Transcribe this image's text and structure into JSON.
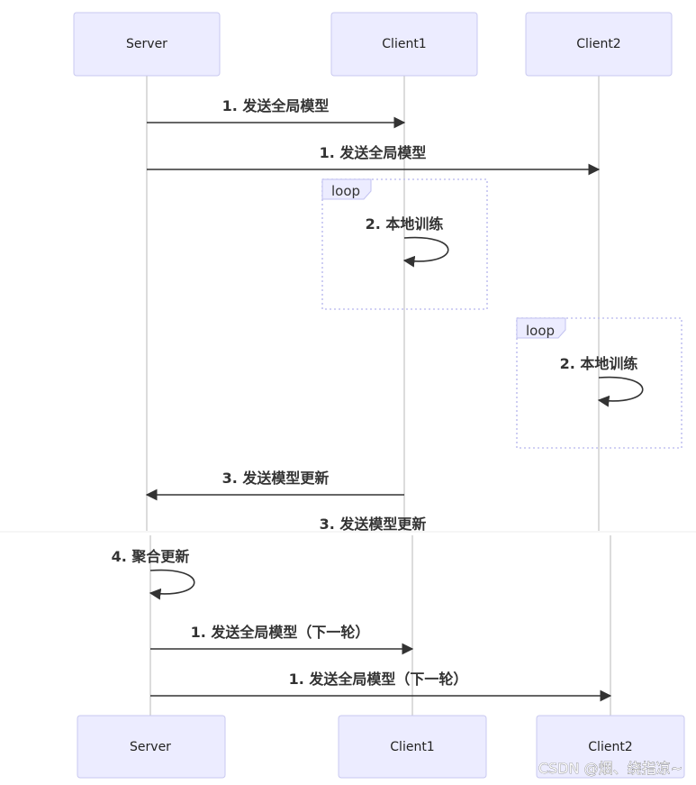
{
  "actors": {
    "server": "Server",
    "client1": "Client1",
    "client2": "Client2"
  },
  "messages": [
    {
      "id": "m1",
      "text": "1. 发送全局模型"
    },
    {
      "id": "m2",
      "text": "1. 发送全局模型"
    },
    {
      "id": "m3",
      "text": "2. 本地训练"
    },
    {
      "id": "m4",
      "text": "2. 本地训练"
    },
    {
      "id": "m5",
      "text": "3. 发送模型更新"
    },
    {
      "id": "m6",
      "text": "3. 发送模型更新"
    },
    {
      "id": "m7",
      "text": "4. 聚合更新"
    },
    {
      "id": "m8",
      "text": "1. 发送全局模型（下一轮）"
    },
    {
      "id": "m9",
      "text": "1. 发送全局模型（下一轮）"
    }
  ],
  "loops": {
    "label": "loop"
  },
  "watermark": "CSDN @烟、绕指凉~",
  "colors": {
    "actor_fill": "#ececff",
    "actor_stroke": "#c9c9f0",
    "line": "#333333"
  }
}
